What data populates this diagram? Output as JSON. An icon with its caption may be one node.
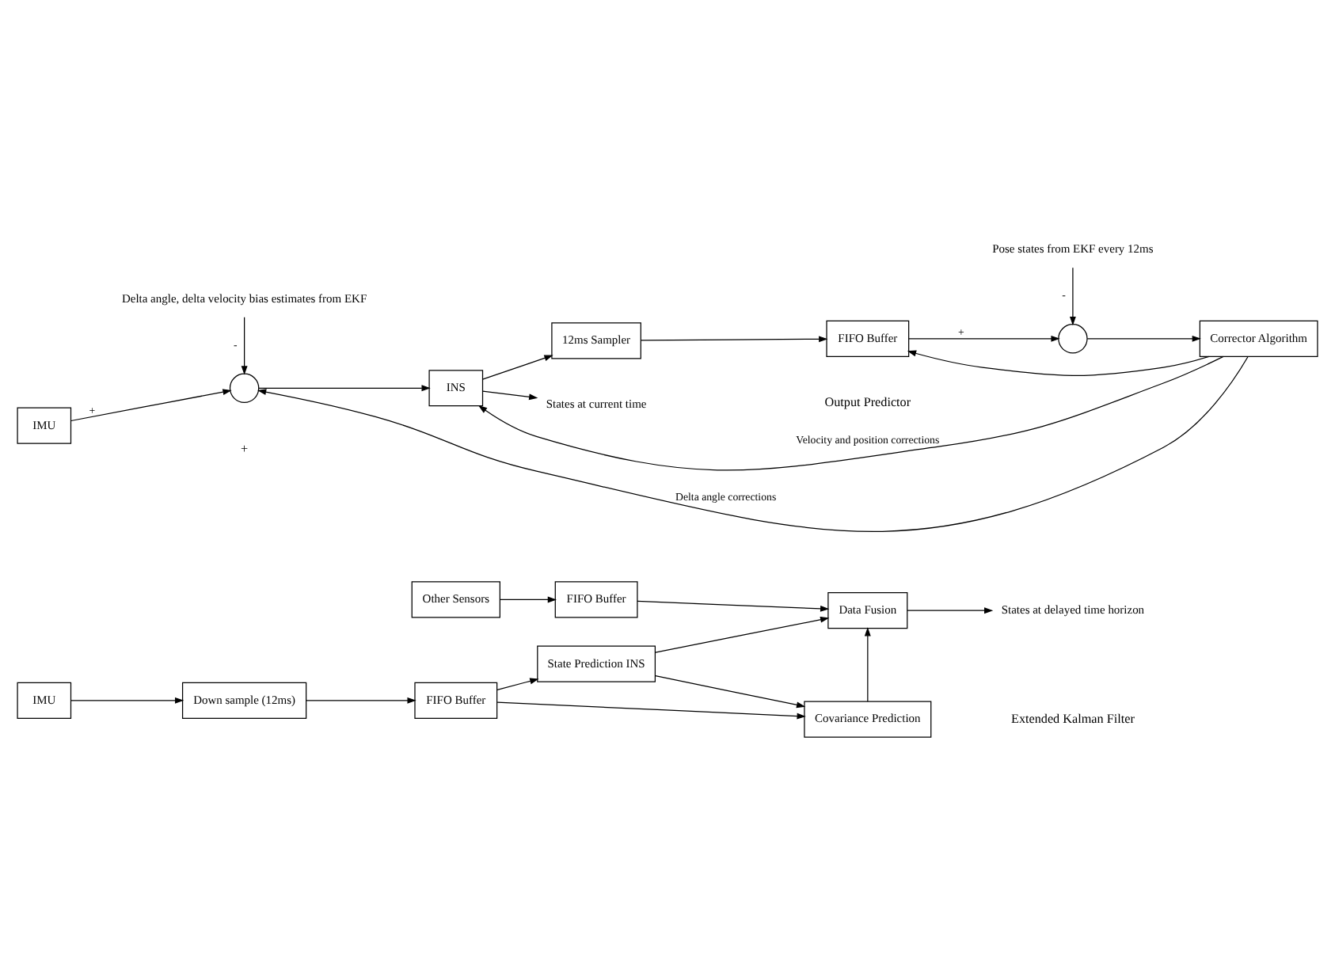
{
  "diagram": {
    "nodes": [
      {
        "text": [
          "Other Sensors"
        ]
      },
      {
        "text": [
          "FIFO Buffer"
        ]
      },
      {
        "text": [
          "IMU"
        ]
      },
      {
        "text": [
          "Down sample (12ms)"
        ]
      },
      {
        "text": [
          "FIFO Buffer"
        ]
      },
      {
        "text": [
          "State Prediction INS"
        ]
      },
      {
        "text": [
          "Data Fusion"
        ]
      },
      {
        "text": [
          "Covariance Prediction"
        ]
      },
      {
        "text": [
          "States at delayed time horizon"
        ]
      },
      {
        "text": [
          "Delta angle, delta velocity bias estimates from EKF"
        ]
      },
      {
        "text": [
          "IMU"
        ]
      },
      {
        "text": [],
        "shape": "circle"
      },
      {
        "text": [
          "INS"
        ]
      },
      {
        "text": [
          "12ms Sampler"
        ]
      },
      {
        "text": [
          "FIFO Buffer"
        ]
      },
      {
        "text": [
          "Pose states from EKF every 12ms"
        ]
      },
      {
        "text": [],
        "shape": "circle"
      },
      {
        "text": [
          "Corrector Algorithm"
        ]
      },
      {
        "text": [
          "States at current time"
        ]
      }
    ],
    "edges": [
      {
        "from": 0,
        "to": 1,
        "arrow": "to"
      },
      {
        "from": 1,
        "to": 6,
        "arrow": "to"
      },
      {
        "from": 2,
        "to": 3,
        "arrow": "to"
      },
      {
        "from": 3,
        "to": 4,
        "arrow": "to"
      },
      {
        "from": 4,
        "to": 5,
        "arrow": "to"
      },
      {
        "from": 5,
        "to": 6,
        "arrow": "to"
      },
      {
        "from": 5,
        "to": 7,
        "arrow": "to"
      },
      {
        "from": 4,
        "to": 7,
        "arrow": "to"
      },
      {
        "from": 7,
        "to": 6,
        "arrow": "to"
      },
      {
        "from": 6,
        "to": 8,
        "arrow": "to"
      },
      {
        "from": 9,
        "to": 11,
        "arrow": "to",
        "label": "-"
      },
      {
        "from": 10,
        "to": 11,
        "arrow": "to",
        "label": "+"
      },
      {
        "from": 11,
        "to": 12,
        "arrow": "to"
      },
      {
        "from": 12,
        "to": 13,
        "arrow": "to"
      },
      {
        "from": 12,
        "to": 18,
        "arrow": "to"
      },
      {
        "from": 13,
        "to": 14,
        "arrow": "to"
      },
      {
        "from": 14,
        "to": 16,
        "arrow": "to",
        "label": "+"
      },
      {
        "from": 15,
        "to": 16,
        "arrow": "to",
        "label": "-"
      },
      {
        "from": 16,
        "to": 17,
        "arrow": "to"
      },
      {
        "from": 17,
        "to": 12,
        "arrow": "to",
        "label": "Velocity and position corrections"
      },
      {
        "from": 17,
        "to": 14,
        "arrow": "to"
      },
      {
        "from": 17,
        "to": 11,
        "arrow": "to",
        "label": "Delta angle corrections"
      }
    ],
    "labels": [
      "Extended Kalman Filter",
      "+",
      "Output Predictor"
    ]
  }
}
